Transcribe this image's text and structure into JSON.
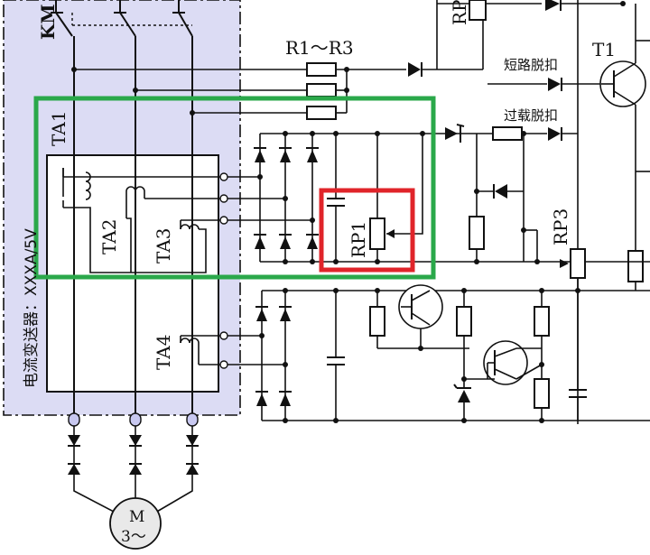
{
  "colors": {
    "transmitter_fill": "#dcdcf4",
    "green_highlight": "#2aa84a",
    "red_highlight": "#e0242a",
    "line": "#111111",
    "motor_fill": "#e9e9e9"
  },
  "labels": {
    "contactor": "KM",
    "resistors": "R1～R3",
    "rp_top": "RP",
    "t1": "T1",
    "short_trip": "短路脱扣",
    "overload_trip": "过载脱扣",
    "ta1": "TA1",
    "ta2": "TA2",
    "ta3": "TA3",
    "ta4": "TA4",
    "rp1": "RP1",
    "rp3": "RP3",
    "transmitter": "电流变送器：XXXA/5V",
    "motor_m": "M",
    "motor_phase": "3～"
  }
}
